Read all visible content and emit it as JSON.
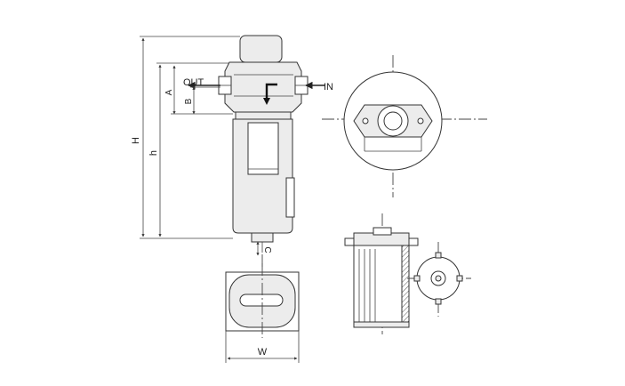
{
  "labels": {
    "out": "OUT",
    "in": "IN",
    "dim_a": "A",
    "dim_b": "B",
    "dim_h_upper": "H",
    "dim_h_lower": "h",
    "dim_c": "C",
    "dim_w": "W"
  }
}
